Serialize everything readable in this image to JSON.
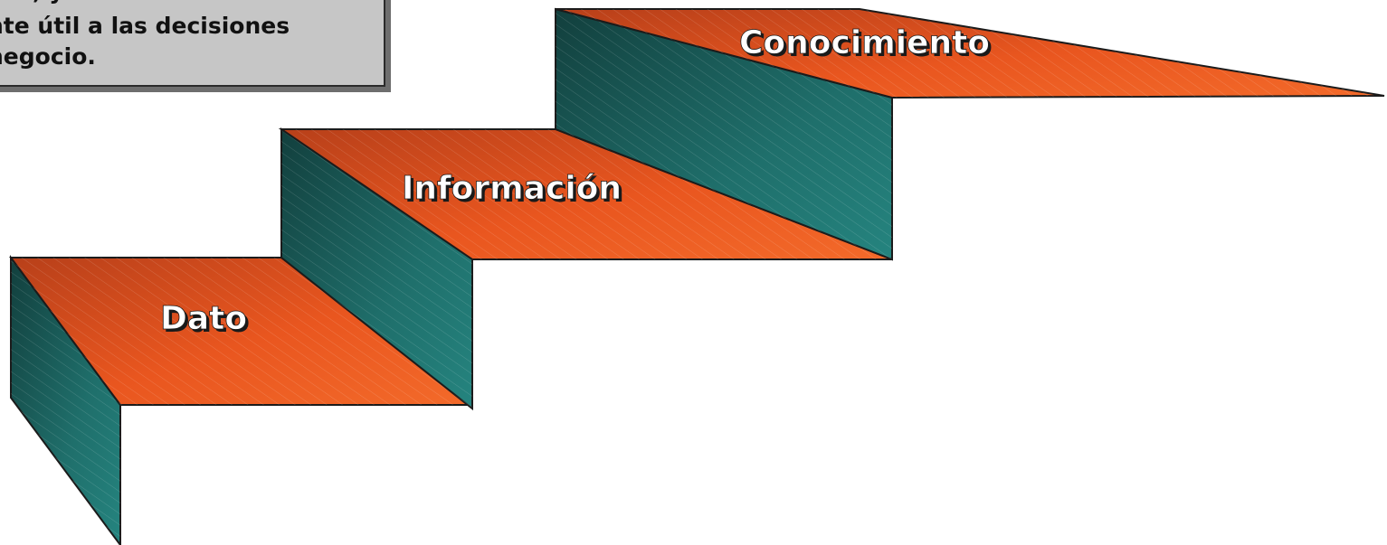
{
  "callout": {
    "line1": ", y",
    "line2": "nte útil a las decisiones",
    "line3": "negocio."
  },
  "steps": [
    {
      "label": "Dato"
    },
    {
      "label": "Información"
    },
    {
      "label": "Conocimiento"
    }
  ],
  "colors": {
    "tread": "#f05a22",
    "tread_dark": "#b8401a",
    "riser": "#1f7c78",
    "riser_dark": "#123f3d",
    "outline": "#1b1b1b",
    "label": "#ffffff",
    "label_shadow": "#1a1a1a",
    "callout_bg": "#c6c6c6"
  }
}
